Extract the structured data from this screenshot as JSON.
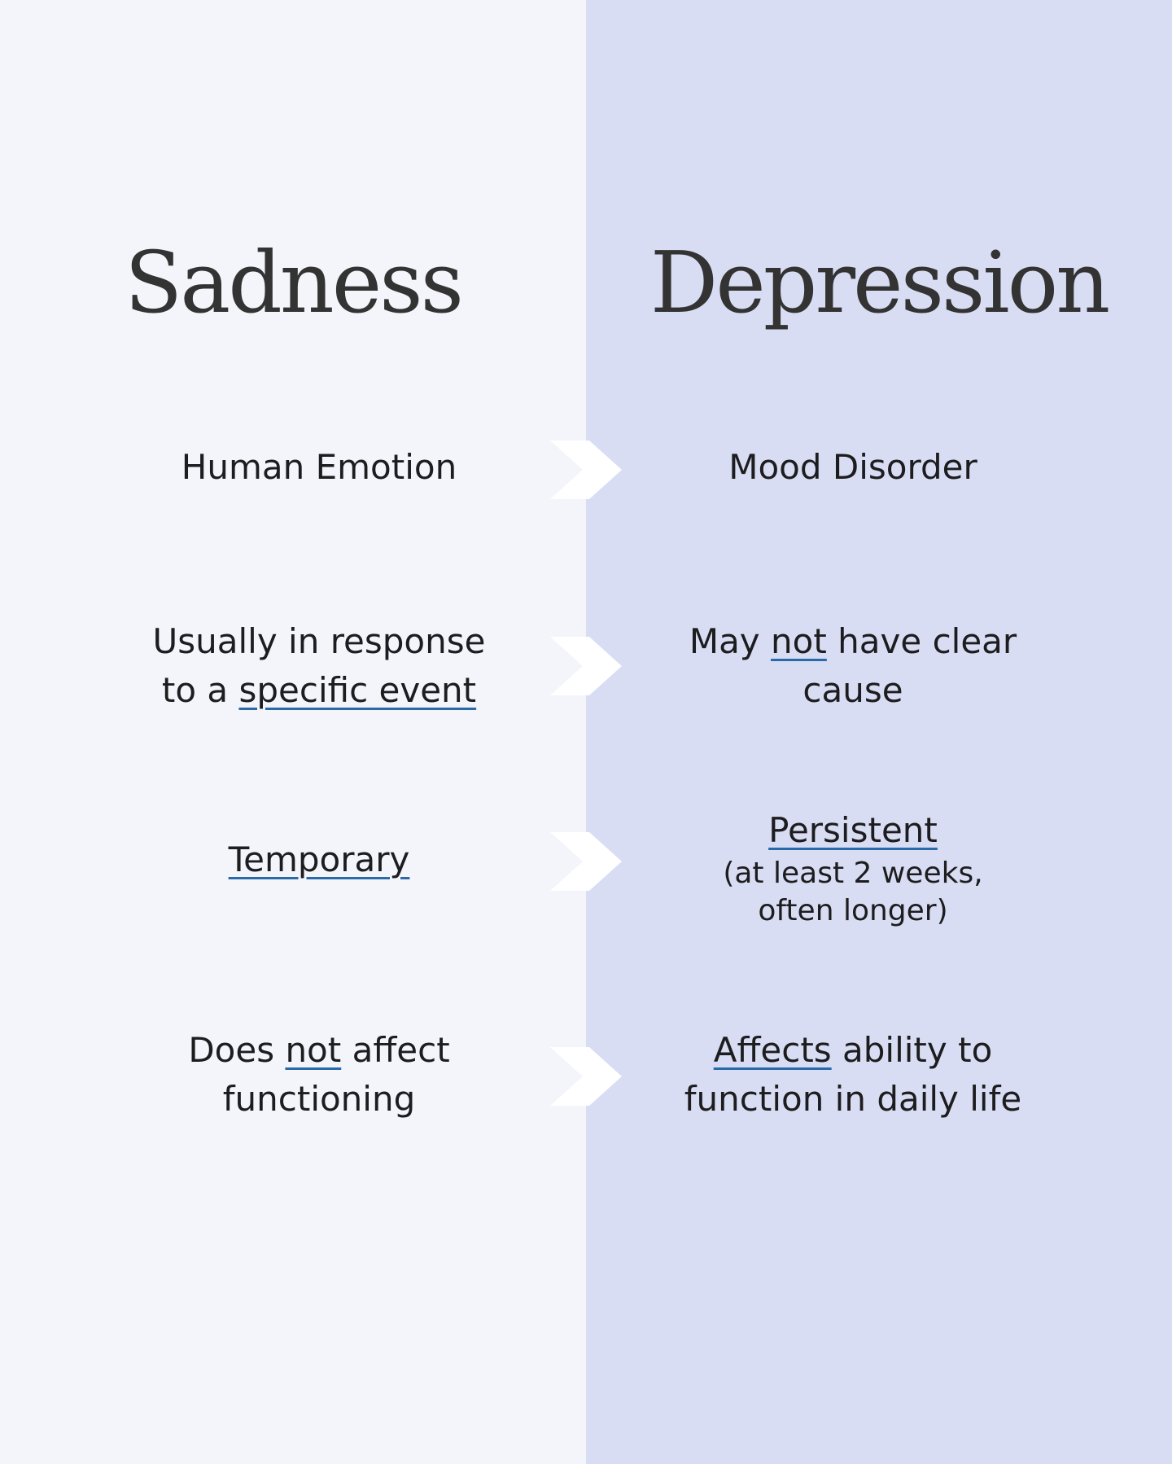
{
  "colors": {
    "left_background": "#f3f5fb",
    "right_background": "#d8ddf3",
    "text": "#1d1d1f",
    "heading_text": "#333333",
    "underline": "#2a6aa8",
    "arrow": "#ffffff"
  },
  "headings": {
    "left": "Sadness",
    "right": "Depression"
  },
  "rows": [
    {
      "left": "Human Emotion",
      "right": "Mood Disorder"
    },
    {
      "left_line1": "Usually in response",
      "left_line2_pre": "to a ",
      "left_line2_underlined": "specific event",
      "right_line1_pre": "May ",
      "right_line1_underlined": "not",
      "right_line1_post": " have clear",
      "right_line2": "cause"
    },
    {
      "left_underlined": "Temporary",
      "right_underlined": "Persistent",
      "right_note_line1": "(at least 2 weeks,",
      "right_note_line2": "often longer)"
    },
    {
      "left_line1_pre": "Does ",
      "left_line1_underlined": "not",
      "left_line1_post": " affect",
      "left_line2": "functioning",
      "right_line1_underlined": "Affects",
      "right_line1_post": " ability to",
      "right_line2": "function in daily life"
    }
  ],
  "icons": {
    "arrow": "chevron-right-icon"
  }
}
